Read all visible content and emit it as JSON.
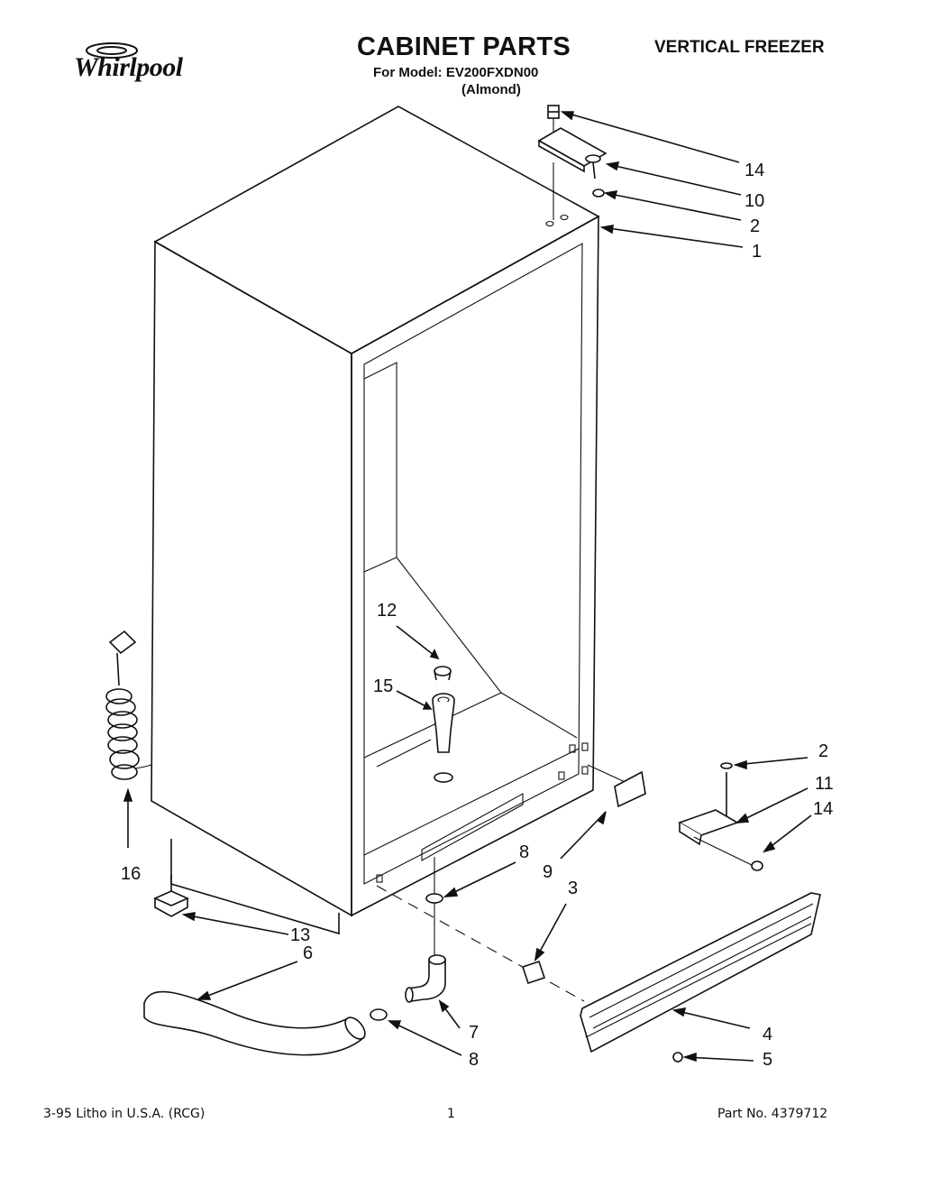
{
  "header": {
    "brand": "Whirlpool",
    "title": "CABINET PARTS",
    "subtitle": "VERTICAL FREEZER",
    "model_line": "For Model: EV200FXDN00",
    "color_line": "(Almond)"
  },
  "callouts": {
    "c14a": "14",
    "c10": "10",
    "c2a": "2",
    "c1": "1",
    "c12": "12",
    "c15": "15",
    "c16": "16",
    "c2b": "2",
    "c11": "11",
    "c14b": "14",
    "c8a": "8",
    "c9": "9",
    "c3": "3",
    "c13": "13",
    "c6": "6",
    "c7": "7",
    "c8b": "8",
    "c4": "4",
    "c5": "5"
  },
  "footer": {
    "print_info": "3-95  Litho in U.S.A. (RCG)",
    "page_number": "1",
    "part_number": "Part No. 4379712"
  }
}
